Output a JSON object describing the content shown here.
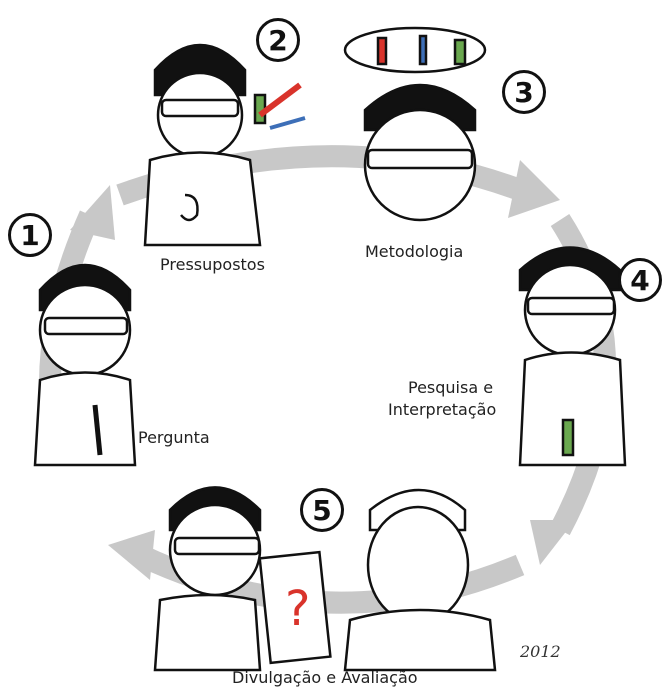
{
  "cycle": {
    "steps": [
      {
        "number": "1",
        "label": "Pergunta"
      },
      {
        "number": "2",
        "label": "Pressupostos"
      },
      {
        "number": "3",
        "label": "Metodologia"
      },
      {
        "number": "4",
        "label": "Pesquisa e Interpretação"
      },
      {
        "number": "5",
        "label": "Divulgação e Avaliação"
      }
    ]
  },
  "labels": {
    "pergunta": "Pergunta",
    "pressupostos": "Pressupostos",
    "metodologia": "Metodologia",
    "pesquisa_line1": "Pesquisa e",
    "pesquisa_line2": "Interpretação",
    "divulgacao": "Divulgação e Avaliação"
  },
  "numbers": {
    "n1": "1",
    "n2": "2",
    "n3": "3",
    "n4": "4",
    "n5": "5"
  },
  "signature": "2012",
  "colors": {
    "arrow": "#c8c8c8",
    "ink": "#111111",
    "red": "#d9332b",
    "green": "#6aa84f",
    "blue": "#3d6fb8"
  }
}
